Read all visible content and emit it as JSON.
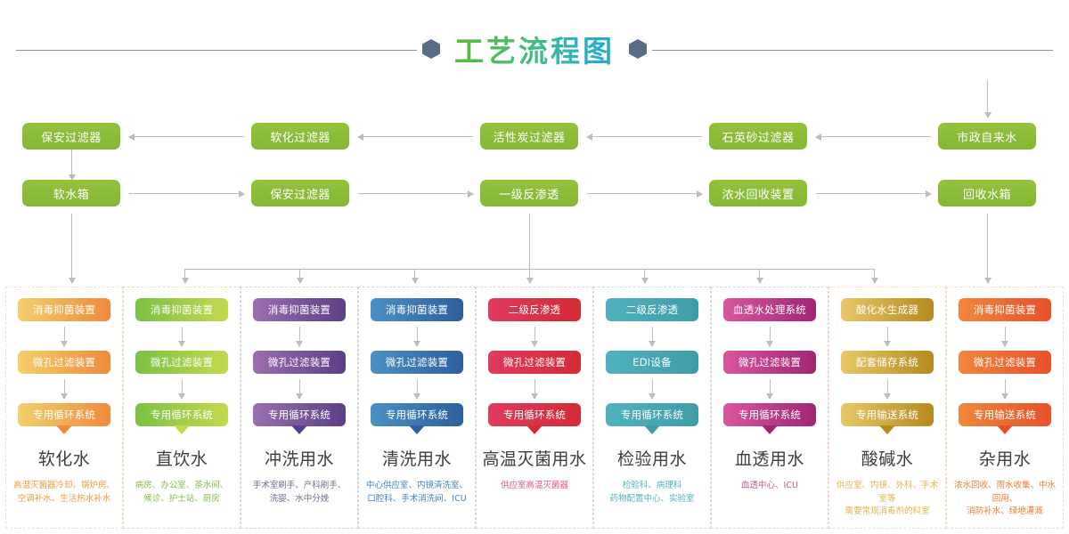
{
  "title": {
    "text": "工艺流程图"
  },
  "top_flow": {
    "row1": [
      {
        "label": "保安过滤器"
      },
      {
        "label": "软化过滤器"
      },
      {
        "label": "活性炭过滤器"
      },
      {
        "label": "石英砂过滤器"
      },
      {
        "label": "市政自来水"
      }
    ],
    "row2": [
      {
        "label": "软水箱"
      },
      {
        "label": "保安过滤器"
      },
      {
        "label": "一级反渗透"
      },
      {
        "label": "浓水回收装置"
      },
      {
        "label": "回收水箱"
      }
    ],
    "box_color": "#88b936"
  },
  "columns": [
    {
      "stages": [
        "消毒抑菌装置",
        "微孔过滤装置",
        "专用循环系统"
      ],
      "product": "软化水",
      "desc": "高温灭菌器冷却、锅炉房、\n空调补水、生活热水补水",
      "color_from": "#f2d06b",
      "color_to": "#ef8a3c",
      "text_color": "#ef9a3e",
      "border_color": "#f3dcc0"
    },
    {
      "stages": [
        "消毒抑菌装置",
        "微孔过滤装置",
        "专用循环系统"
      ],
      "product": "直饮水",
      "desc": "病房、办公室、茶水间、\n候诊、护士站、厨房",
      "color_from": "#7bc143",
      "color_to": "#c3d94e",
      "text_color": "#84bd4a",
      "border_color": "#d7e7bf"
    },
    {
      "stages": [
        "消毒抑菌装置",
        "微孔过滤装置",
        "专用循环系统"
      ],
      "product": "冲洗用水",
      "desc": "手术室刷手、产科刷手、\n洗婴、水中分娩",
      "color_from": "#9b6eb0",
      "color_to": "#5b3f86",
      "text_color": "#7a6a8f",
      "border_color": "#ddd0e4"
    },
    {
      "stages": [
        "消毒抑菌装置",
        "微孔过滤装置",
        "专用循环系统"
      ],
      "product": "清洗用水",
      "desc": "中心供应室、内镜清洗室、\n口腔科、手术消洗间、ICU",
      "color_from": "#4a90c4",
      "color_to": "#2e5f9e",
      "text_color": "#3f82bd",
      "border_color": "#c7dbec"
    },
    {
      "stages": [
        "二级反渗透",
        "微孔过滤装置",
        "专用循环系统"
      ],
      "product": "高温灭菌用水",
      "desc": "供应室高温灭菌器",
      "color_from": "#e03a5e",
      "color_to": "#d42b35",
      "text_color": "#e15878",
      "border_color": "#f3ccd4"
    },
    {
      "stages": [
        "二级反渗透",
        "EDI设备",
        "专用循环系统"
      ],
      "product": "检验用水",
      "desc": "检验科、病理科\n药物配置中心、实验室",
      "color_from": "#4fb3bf",
      "color_to": "#3e9ca8",
      "text_color": "#4db2bd",
      "border_color": "#c9e4e7"
    },
    {
      "stages": [
        "血透水处理系统",
        "微孔过滤装置",
        "专用循环系统"
      ],
      "product": "血透用水",
      "desc": "血透中心、ICU",
      "color_from": "#d9569e",
      "color_to": "#a02573",
      "text_color": "#d1508f",
      "border_color": "#eecbe0"
    },
    {
      "stages": [
        "酸化水生成器",
        "配套储存系统",
        "专用输送系统"
      ],
      "product": "酸碱水",
      "desc": "供应室、内镜、外科、手术室等\n需要常规消毒剂的科室",
      "color_from": "#e8c768",
      "color_to": "#b58a1e",
      "text_color": "#dfb44e",
      "border_color": "#f0e2bd"
    },
    {
      "stages": [
        "消毒抑菌装置",
        "微孔过滤装置",
        "专用输送系统"
      ],
      "product": "杂用水",
      "desc": "浓水回收、雨水收集、中水回用、\n消防补水、绿地灌溉",
      "color_from": "#f0873b",
      "color_to": "#e8502a",
      "text_color": "#f07a33",
      "border_color": "#f8d5c2"
    }
  ]
}
